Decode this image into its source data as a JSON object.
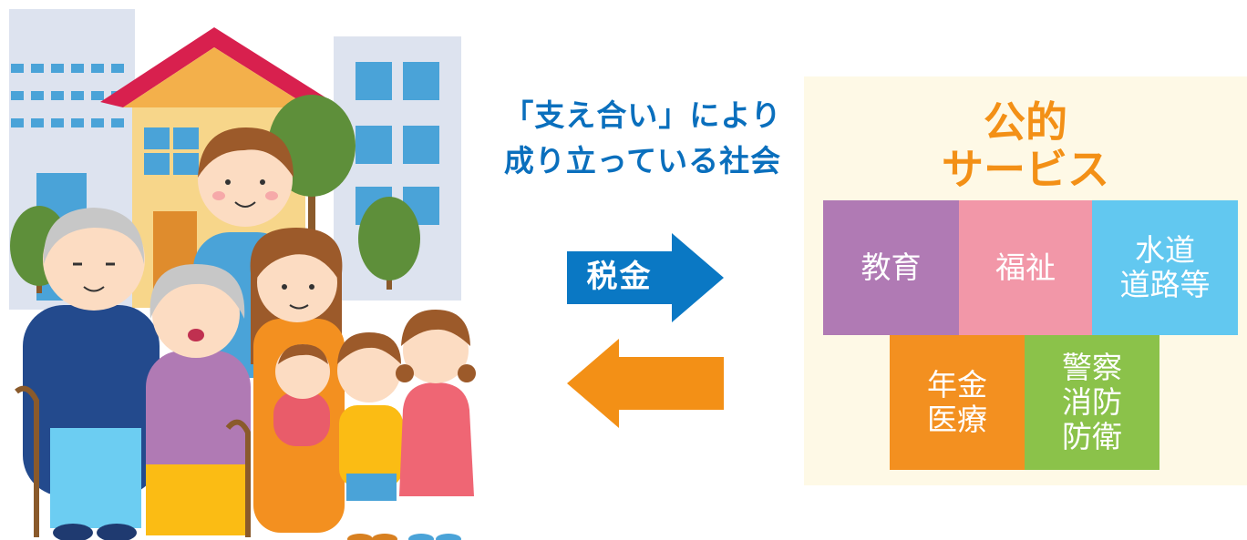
{
  "slogan": {
    "line1": "「支え合い」により",
    "line2": "成り立っている社会"
  },
  "tax_arrow": {
    "label": "税金",
    "color": "#0a78c4"
  },
  "return_arrow": {
    "color": "#f39016"
  },
  "services": {
    "title_line1": "公的",
    "title_line2": "サービス",
    "tiles": [
      {
        "lines": [
          "教育"
        ],
        "color": "#b07ab4"
      },
      {
        "lines": [
          "福祉"
        ],
        "color": "#f297a8"
      },
      {
        "lines": [
          "水道",
          "道路等"
        ],
        "color": "#62c8f0"
      },
      {
        "lines": [
          "年金",
          "医療"
        ],
        "color": "#f39020"
      },
      {
        "lines": [
          "警察",
          "消防",
          "防衛"
        ],
        "color": "#8bc24a"
      }
    ]
  }
}
